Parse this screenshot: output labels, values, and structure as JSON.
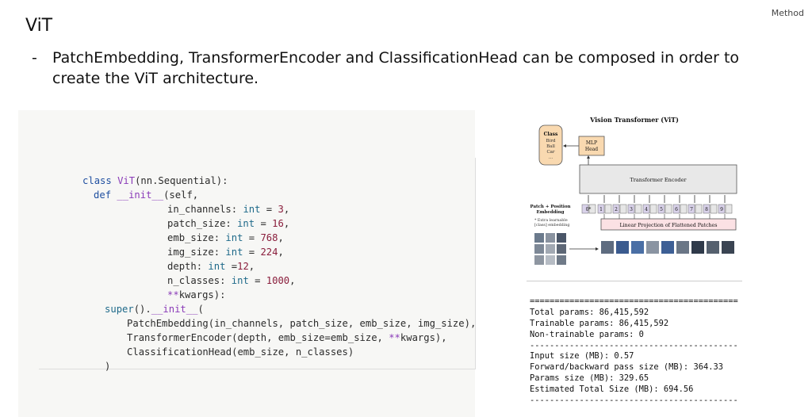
{
  "header": {
    "section_label": "Method"
  },
  "slide": {
    "title": "ViT",
    "bullet": {
      "dash": "-",
      "line1": "PatchEmbedding, TransformerEncoder and ClassificationHead can be composed in order to",
      "line2": "create the ViT architecture."
    }
  },
  "code": {
    "l1": [
      "class ",
      "ViT",
      "(nn.Sequential):"
    ],
    "l2": [
      "def ",
      "__init__",
      "(self,"
    ],
    "l3": [
      "in_channels",
      ": ",
      "int",
      " = ",
      "3",
      ","
    ],
    "l4": [
      "patch_size",
      ": ",
      "int",
      " = ",
      "16",
      ","
    ],
    "l5": [
      "emb_size",
      ": ",
      "int",
      " = ",
      "768",
      ","
    ],
    "l6": [
      "img_size",
      ": ",
      "int",
      " = ",
      "224",
      ","
    ],
    "l7": [
      "depth",
      ": ",
      "int",
      " =",
      "12",
      ","
    ],
    "l8": [
      "n_classes",
      ": ",
      "int",
      " = ",
      "1000",
      ","
    ],
    "l9": [
      "**",
      "kwargs):"
    ],
    "l10": [
      "super",
      "().",
      "__init__",
      "("
    ],
    "l11": [
      "PatchEmbedding(in_channels, patch_size, emb_size, img_size),"
    ],
    "l12": [
      "TransformerEncoder(depth, emb_size=emb_size, ",
      "**",
      "kwargs),"
    ],
    "l13": [
      "ClassificationHead(emb_size, n_classes)"
    ],
    "l14": [
      ")"
    ]
  },
  "diagram": {
    "title": "Vision Transformer (ViT)",
    "class_box": {
      "title": "Class",
      "items": [
        "Bird",
        "Ball",
        "Car",
        "..."
      ]
    },
    "mlp_head": [
      "MLP",
      "Head"
    ],
    "encoder_label": "Transformer Encoder",
    "projection_label": "Linear Projection of Flattened Patches",
    "embed_label": [
      "Patch + Position",
      "Embedding"
    ],
    "extra_note": [
      "* Extra learnable",
      "[class] embedding"
    ],
    "tokens": [
      "0*",
      "1",
      "2",
      "3",
      "4",
      "5",
      "6",
      "7",
      "8",
      "9"
    ]
  },
  "summary": {
    "lines": [
      "==========================================",
      "Total params: 86,415,592",
      "Trainable params: 86,415,592",
      "Non-trainable params: 0",
      "------------------------------------------",
      "Input size (MB): 0.57",
      "Forward/backward pass size (MB): 364.33",
      "Params size (MB): 329.65",
      "Estimated Total Size (MB): 694.56",
      "------------------------------------------"
    ]
  },
  "colors": {
    "class_box": "#f9d9b0",
    "mlp_box": "#f9d9b0",
    "encoder_box": "#e8e8e8",
    "projection_box": "#fbe1e4",
    "token_box": "#e6e6e6",
    "pos_box": "#d9d2ea"
  }
}
